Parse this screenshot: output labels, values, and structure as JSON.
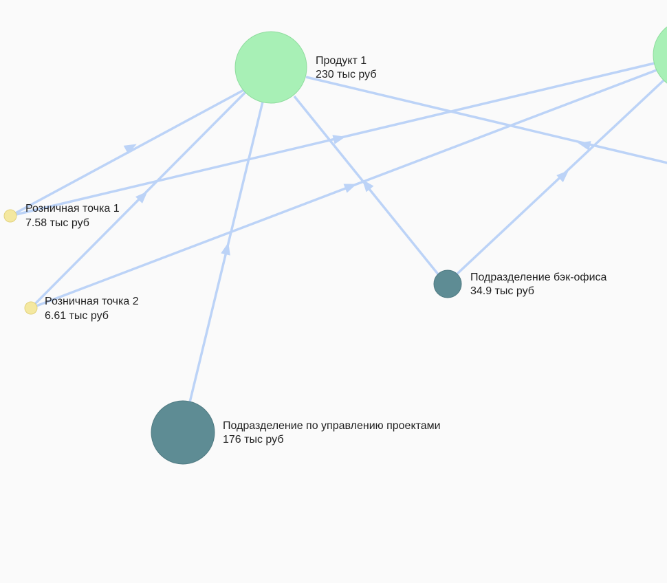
{
  "colors": {
    "background": "#fafafa",
    "edge": "#bcd3f7",
    "product_fill": "#a8f0b6",
    "product_stroke": "#8fdc9e",
    "division_fill": "#5e8c94",
    "division_stroke": "#4f7a82",
    "retail_fill": "#f4e8a0",
    "retail_stroke": "#e2d27e"
  },
  "nodes": {
    "product1": {
      "title": "Продукт 1",
      "value": "230 тыс руб"
    },
    "retail1": {
      "title": "Розничная точка 1",
      "value": "7.58 тыс руб"
    },
    "retail2": {
      "title": "Розничная точка 2",
      "value": "6.61 тыс руб"
    },
    "backoffice": {
      "title": "Подразделение бэк-офиса",
      "value": "34.9 тыс руб"
    },
    "pmo": {
      "title": "Подразделение по управлению проектами",
      "value": "176 тыс руб"
    }
  }
}
